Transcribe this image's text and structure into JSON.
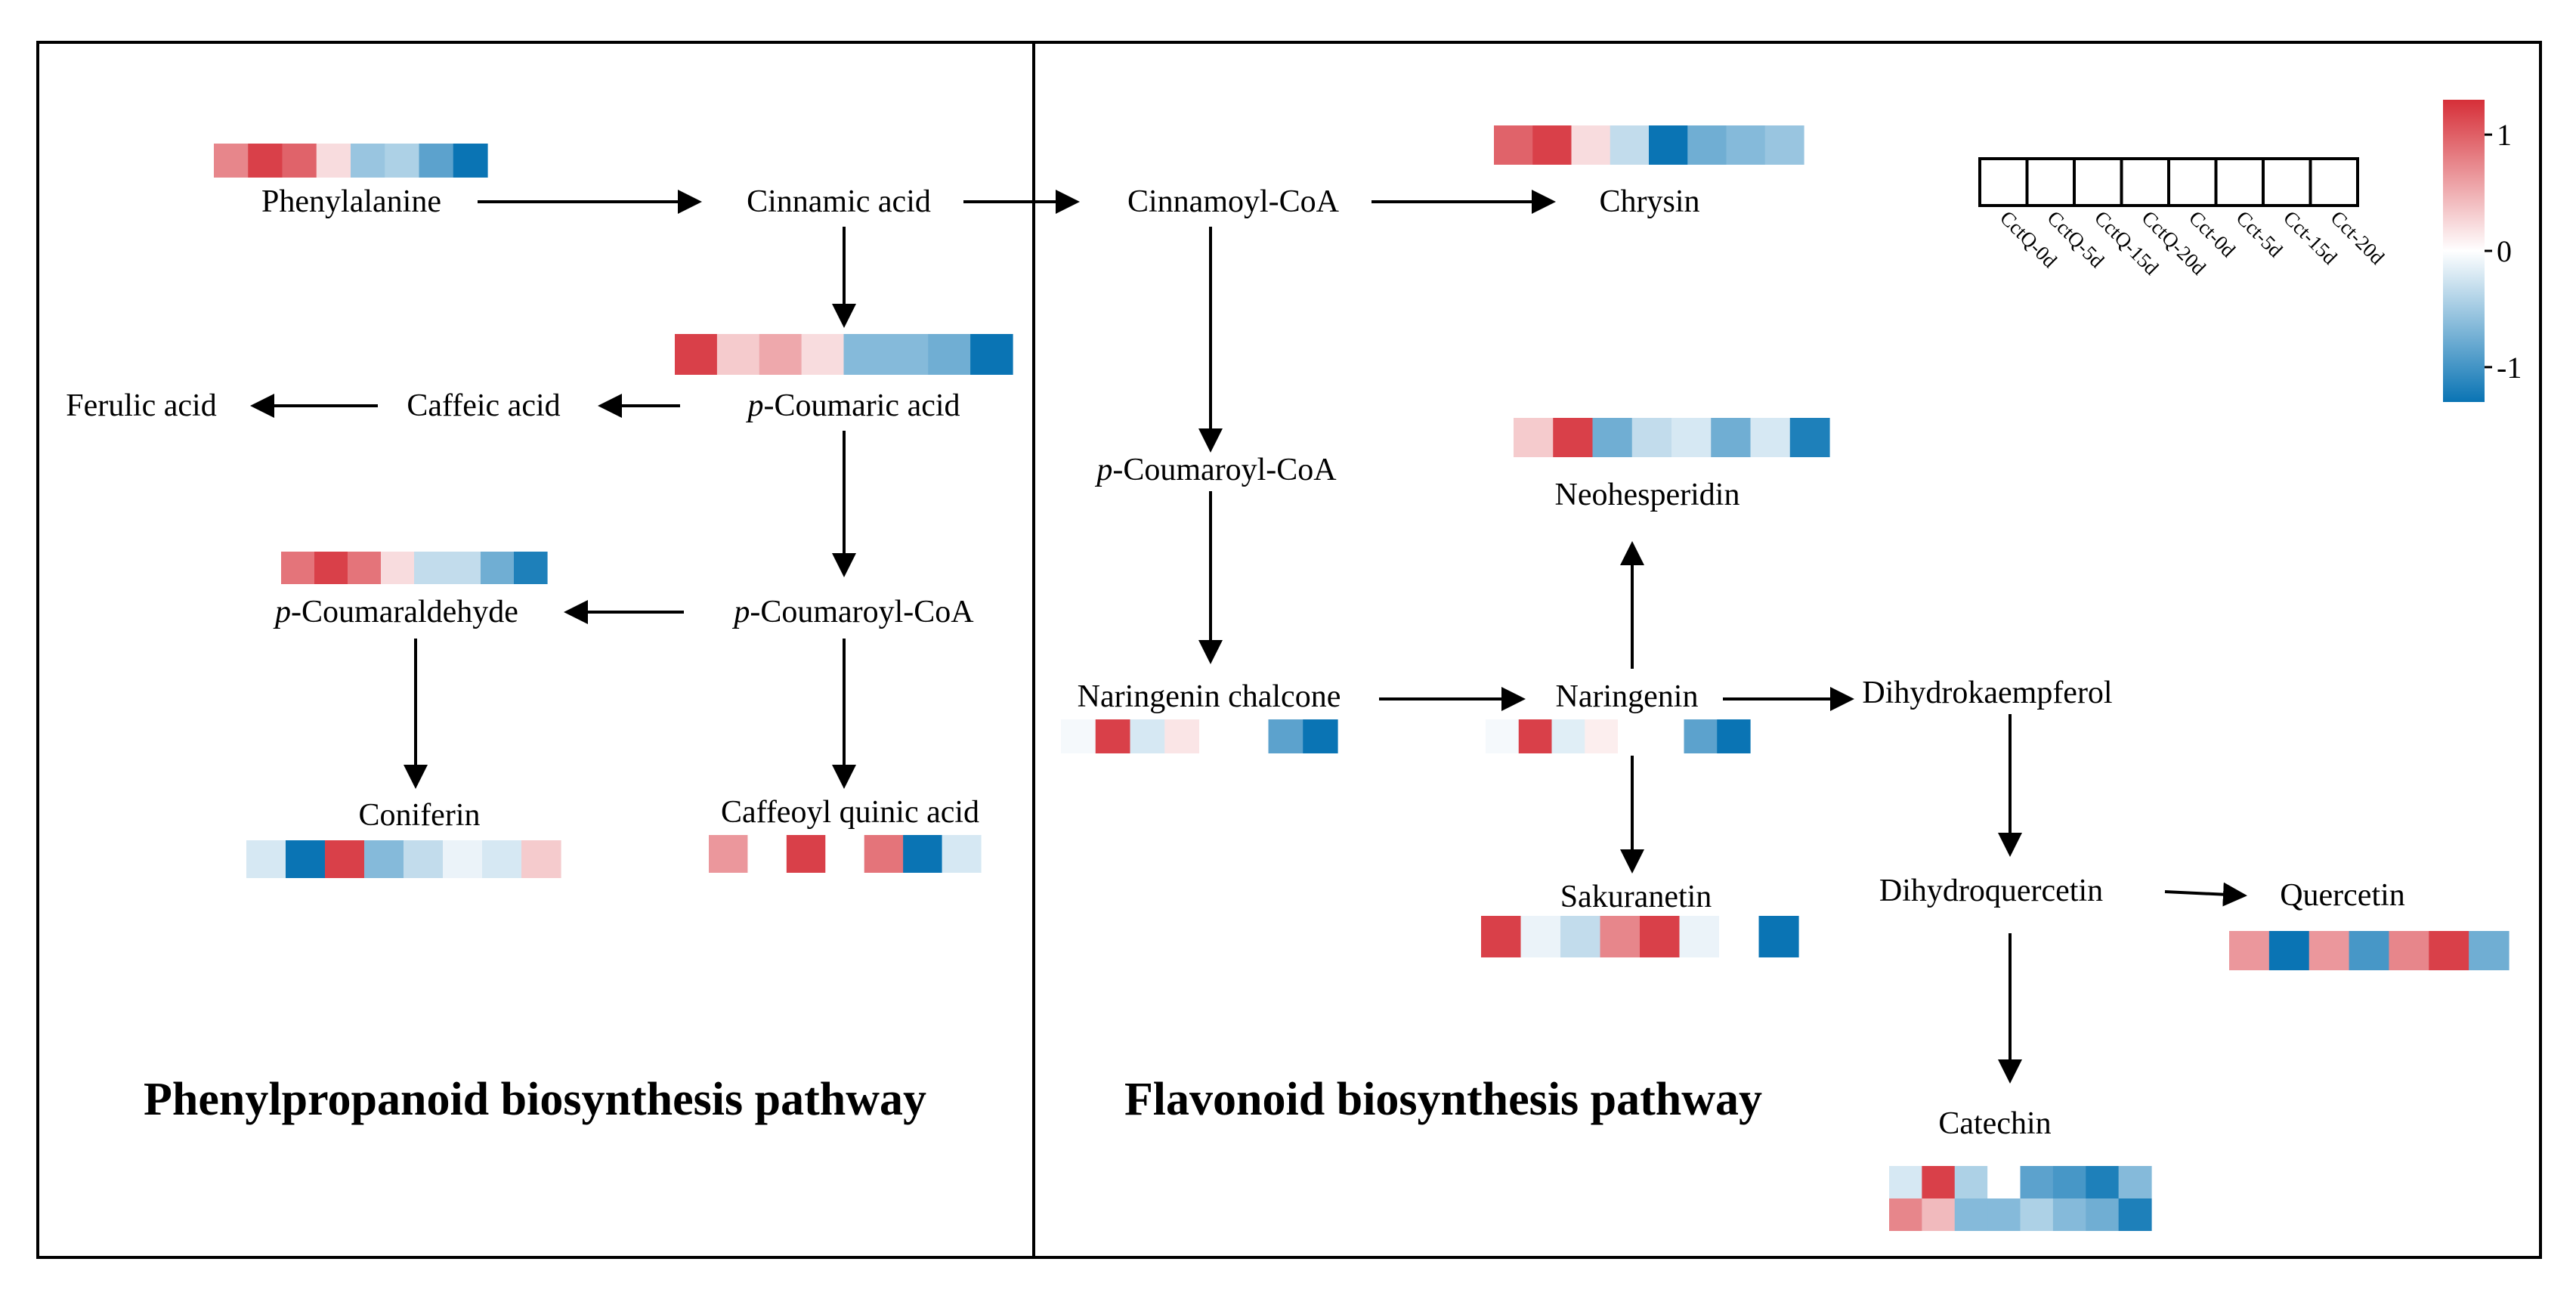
{
  "panels": {
    "left_title": "Phenylpropanoid biosynthesis pathway",
    "right_title": "Flavonoid biosynthesis pathway"
  },
  "legend": {
    "samples": [
      "CctQ-0d",
      "CctQ-5d",
      "CctQ-15d",
      "CctQ-20d",
      "Cct-0d",
      "Cct-5d",
      "Cct-15d",
      "Cct-20d"
    ],
    "scale_ticks": [
      "1",
      "0",
      "-1"
    ],
    "scale_values": [
      1,
      0,
      -1
    ],
    "scale_range": [
      -1.3,
      1.3
    ],
    "colors": {
      "high": "#d62f38",
      "mid": "#ffffff",
      "low": "#0a74b4"
    }
  },
  "metabolites": {
    "phenylalanine": {
      "prefix": "",
      "name": "Phenylalanine",
      "values": [
        0.7,
        1.1,
        0.9,
        0.2,
        -0.5,
        -0.4,
        -0.8,
        -1.2
      ]
    },
    "cinnamic_acid": {
      "prefix": "",
      "name": "Cinnamic acid"
    },
    "p_coumaric_acid": {
      "prefix": "p",
      "name": "-Coumaric acid",
      "values": [
        1.1,
        0.3,
        0.5,
        0.2,
        -0.6,
        -0.6,
        -0.7,
        -1.2
      ]
    },
    "caffeic_acid": {
      "prefix": "",
      "name": "Caffeic acid"
    },
    "ferulic_acid": {
      "prefix": "",
      "name": "Ferulic acid"
    },
    "p_coumaroyl_coa_left": {
      "prefix": "p",
      "name": "-Coumaroyl-CoA"
    },
    "p_coumaraldehyde": {
      "prefix": "p",
      "name": "-Coumaraldehyde",
      "values": [
        0.8,
        1.1,
        0.8,
        0.2,
        -0.3,
        -0.3,
        -0.7,
        -1.1
      ]
    },
    "coniferin": {
      "prefix": "",
      "name": "Coniferin",
      "values": [
        -0.2,
        -1.2,
        1.1,
        -0.6,
        -0.3,
        -0.1,
        -0.2,
        0.3
      ]
    },
    "caffeoyl_quinic_acid": {
      "prefix": "",
      "name": "Caffeoyl quinic acid",
      "values": [
        0.6,
        0.0,
        1.1,
        0.0,
        0.8,
        -1.2,
        -0.2
      ]
    },
    "cinnamoyl_coa": {
      "prefix": "",
      "name": "Cinnamoyl-CoA"
    },
    "chrysin": {
      "prefix": "",
      "name": "Chrysin",
      "values": [
        0.9,
        1.1,
        0.2,
        -0.3,
        -1.2,
        -0.7,
        -0.6,
        -0.5
      ]
    },
    "p_coumaroyl_coa_right": {
      "prefix": "p",
      "name": "-Coumaroyl-CoA"
    },
    "neohesperidin": {
      "prefix": "",
      "name": "Neohesperidin",
      "values": [
        0.3,
        1.1,
        -0.7,
        -0.3,
        -0.2,
        -0.7,
        -0.2,
        -1.1
      ]
    },
    "naringenin_chalcone": {
      "prefix": "",
      "name": "Naringenin chalcone",
      "values": [
        -0.05,
        1.1,
        -0.2,
        0.15,
        0.0,
        0.0,
        -0.8,
        -1.2
      ]
    },
    "naringenin": {
      "prefix": "",
      "name": "Naringenin",
      "values": [
        -0.05,
        1.1,
        -0.15,
        0.1,
        0.0,
        0.0,
        -0.8,
        -1.2
      ]
    },
    "dihydrokaempferol": {
      "prefix": "",
      "name": "Dihydrokaempferol"
    },
    "sakuranetin": {
      "prefix": "",
      "name": "Sakuranetin",
      "values": [
        1.1,
        -0.1,
        -0.3,
        0.7,
        1.1,
        -0.1,
        0.0,
        -1.2
      ]
    },
    "dihydroquercetin": {
      "prefix": "",
      "name": "Dihydroquercetin"
    },
    "quercetin": {
      "prefix": "",
      "name": "Quercetin",
      "values": [
        0.6,
        -1.2,
        0.6,
        -0.9,
        0.7,
        1.1,
        -0.7
      ]
    },
    "catechin": {
      "prefix": "",
      "name": "Catechin",
      "rows": [
        [
          -0.2,
          1.1,
          -0.4,
          0.0,
          -0.8,
          -0.9,
          -1.1,
          -0.6
        ],
        [
          0.7,
          0.4,
          -0.6,
          -0.6,
          -0.4,
          -0.6,
          -0.7,
          -1.1
        ]
      ]
    }
  }
}
